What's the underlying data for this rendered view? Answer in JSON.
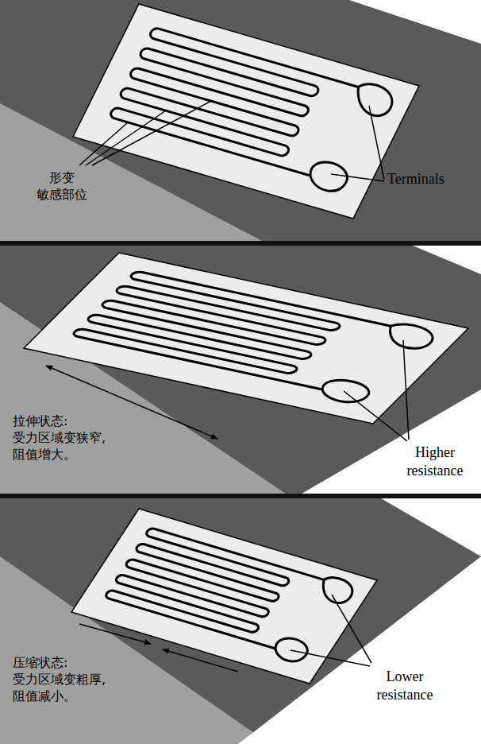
{
  "diagram": {
    "labels": [
      "形变 敏感部位",
      "Terminals",
      "拉伸状态: 受力区域变狭窄, 阻值增大。",
      "Higher resistance",
      "压缩状态: 受力区域变粗厚, 阻值减小。",
      "Lower resistance"
    ]
  }
}
